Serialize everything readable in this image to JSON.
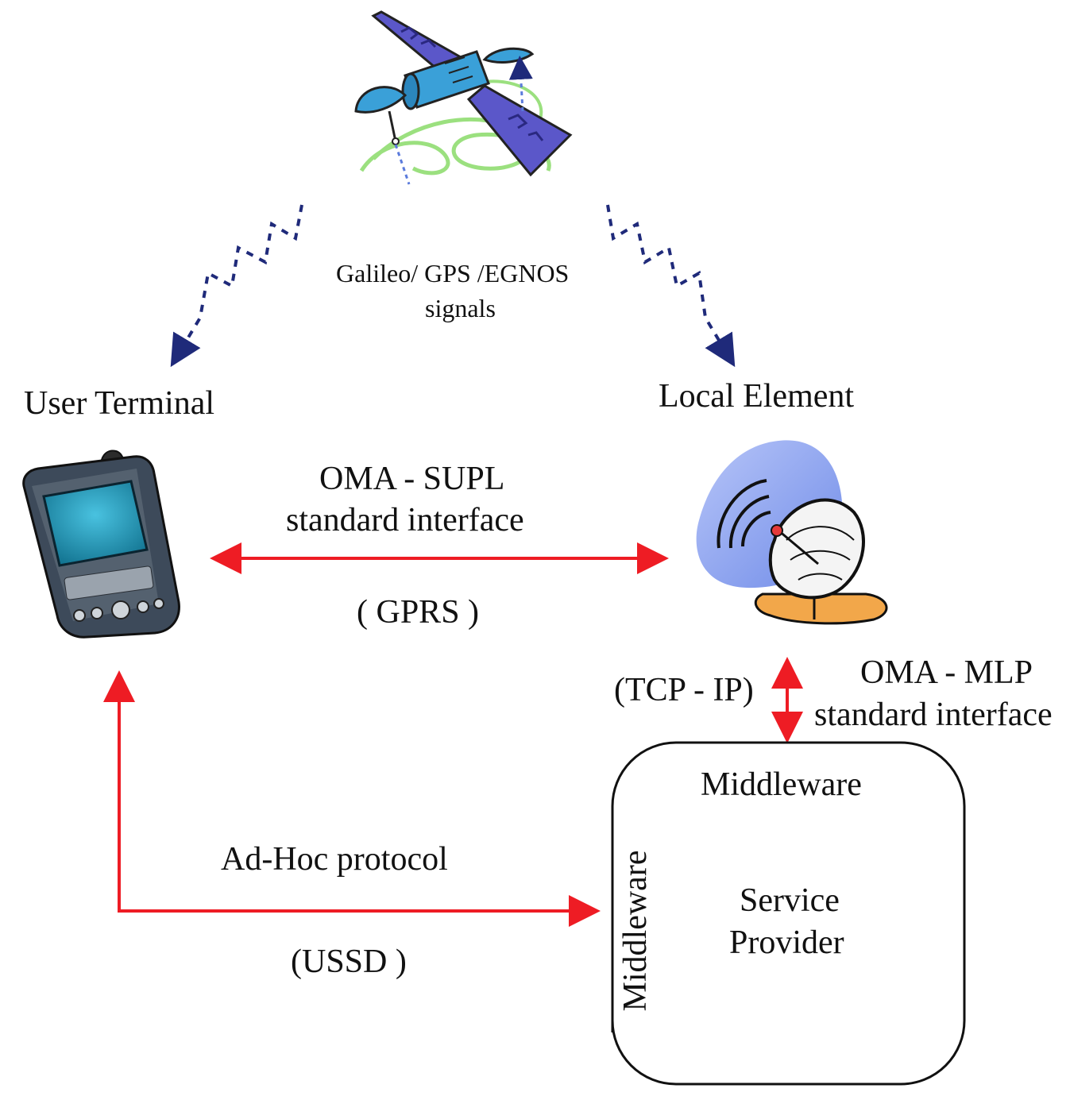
{
  "labels": {
    "signals_line1": "Galileo/   GPS   /EGNOS",
    "signals_line2": "signals",
    "user_terminal": "User Terminal",
    "local_element": "Local Element",
    "oma_supl_line1": "OMA  - SUPL",
    "oma_supl_line2": "standard interface",
    "gprs": "( GPRS )",
    "tcp_ip": "(TCP - IP)",
    "oma_mlp_line1": "OMA - MLP",
    "oma_mlp_line2": "standard interface",
    "middleware_top": "Middleware",
    "middleware_side": "Middleware",
    "service_provider_line1": "Service",
    "service_provider_line2": "Provider",
    "adhoc": "Ad-Hoc protocol",
    "ussd": "(USSD )"
  },
  "icons": {
    "satellite": "satellite-icon",
    "handheld": "pda-icon",
    "dish": "satellite-dish-icon"
  },
  "colors": {
    "arrow": "#ee1c24",
    "signal": "#1f2a7a",
    "panel": "#5b57c9",
    "body": "#3aa0d8",
    "orbit": "#9be07f",
    "dish_bg": "#8ea6f0",
    "screen": "#1a9dbd"
  }
}
